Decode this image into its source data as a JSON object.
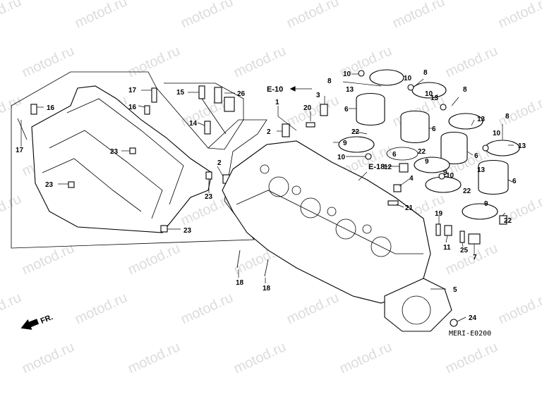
{
  "diagram": {
    "watermark_text": "motod.ru",
    "drawing_code": "MERI-E0200",
    "front_label": "FR.",
    "references": {
      "e10": "E-10",
      "e18": "E-18"
    },
    "callouts": [
      {
        "label": "1"
      },
      {
        "label": "2"
      },
      {
        "label": "2"
      },
      {
        "label": "3"
      },
      {
        "label": "4"
      },
      {
        "label": "5"
      },
      {
        "label": "6"
      },
      {
        "label": "6"
      },
      {
        "label": "6"
      },
      {
        "label": "6"
      },
      {
        "label": "6"
      },
      {
        "label": "7"
      },
      {
        "label": "8"
      },
      {
        "label": "8"
      },
      {
        "label": "8"
      },
      {
        "label": "8"
      },
      {
        "label": "9"
      },
      {
        "label": "9"
      },
      {
        "label": "9"
      },
      {
        "label": "9"
      },
      {
        "label": "10"
      },
      {
        "label": "10"
      },
      {
        "label": "10"
      },
      {
        "label": "10"
      },
      {
        "label": "10"
      },
      {
        "label": "10"
      },
      {
        "label": "11"
      },
      {
        "label": "12"
      },
      {
        "label": "13"
      },
      {
        "label": "13"
      },
      {
        "label": "13"
      },
      {
        "label": "13"
      },
      {
        "label": "13"
      },
      {
        "label": "14"
      },
      {
        "label": "15"
      },
      {
        "label": "16"
      },
      {
        "label": "16"
      },
      {
        "label": "17"
      },
      {
        "label": "17"
      },
      {
        "label": "18"
      },
      {
        "label": "18"
      },
      {
        "label": "19"
      },
      {
        "label": "20"
      },
      {
        "label": "21"
      },
      {
        "label": "22"
      },
      {
        "label": "22"
      },
      {
        "label": "22"
      },
      {
        "label": "22"
      },
      {
        "label": "23"
      },
      {
        "label": "23"
      },
      {
        "label": "23"
      },
      {
        "label": "23"
      },
      {
        "label": "24"
      },
      {
        "label": "25"
      },
      {
        "label": "26"
      }
    ]
  }
}
